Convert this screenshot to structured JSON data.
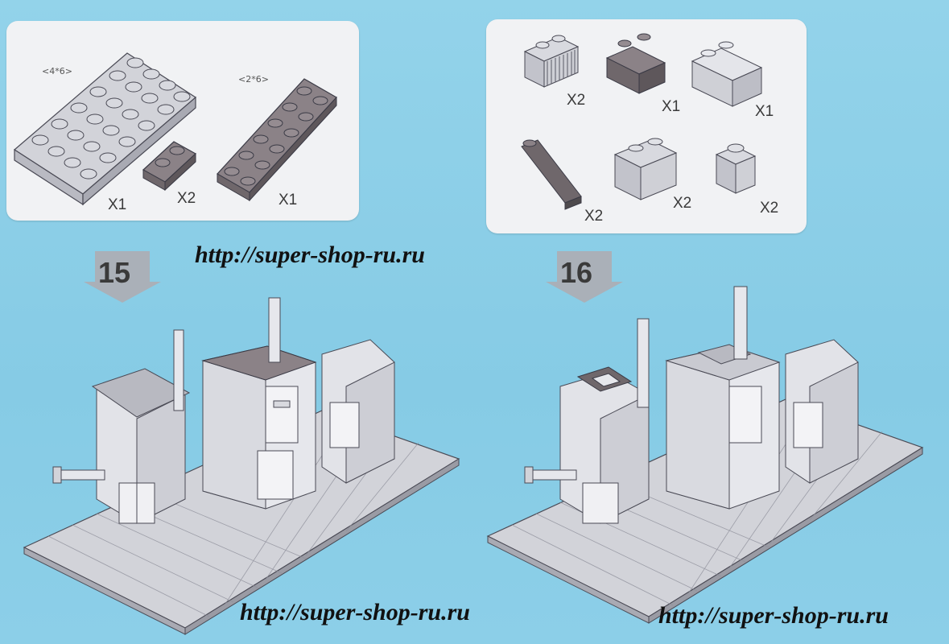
{
  "step15": {
    "number": "15",
    "parts": [
      {
        "size": "<4*6>",
        "qty": "X1"
      },
      {
        "size": "",
        "qty": "X2"
      },
      {
        "size": "<2*6>",
        "qty": "X1"
      }
    ]
  },
  "step16": {
    "number": "16",
    "parts": [
      {
        "qty": "X2"
      },
      {
        "qty": "X1"
      },
      {
        "qty": "X1"
      },
      {
        "qty": "X2"
      },
      {
        "qty": "X2"
      },
      {
        "qty": "X2"
      }
    ]
  },
  "watermark": {
    "top": "http://super-shop-ru.ru",
    "bottom_left": "http://super-shop-ru.ru",
    "bottom_right": "http://super-shop-ru.ru"
  },
  "colors": {
    "background": "#8ccfe8",
    "panel": "#f1f2f4",
    "light_brick": "#d2d3d9",
    "dark_brick": "#7c7377",
    "outline": "#4a4a55"
  }
}
